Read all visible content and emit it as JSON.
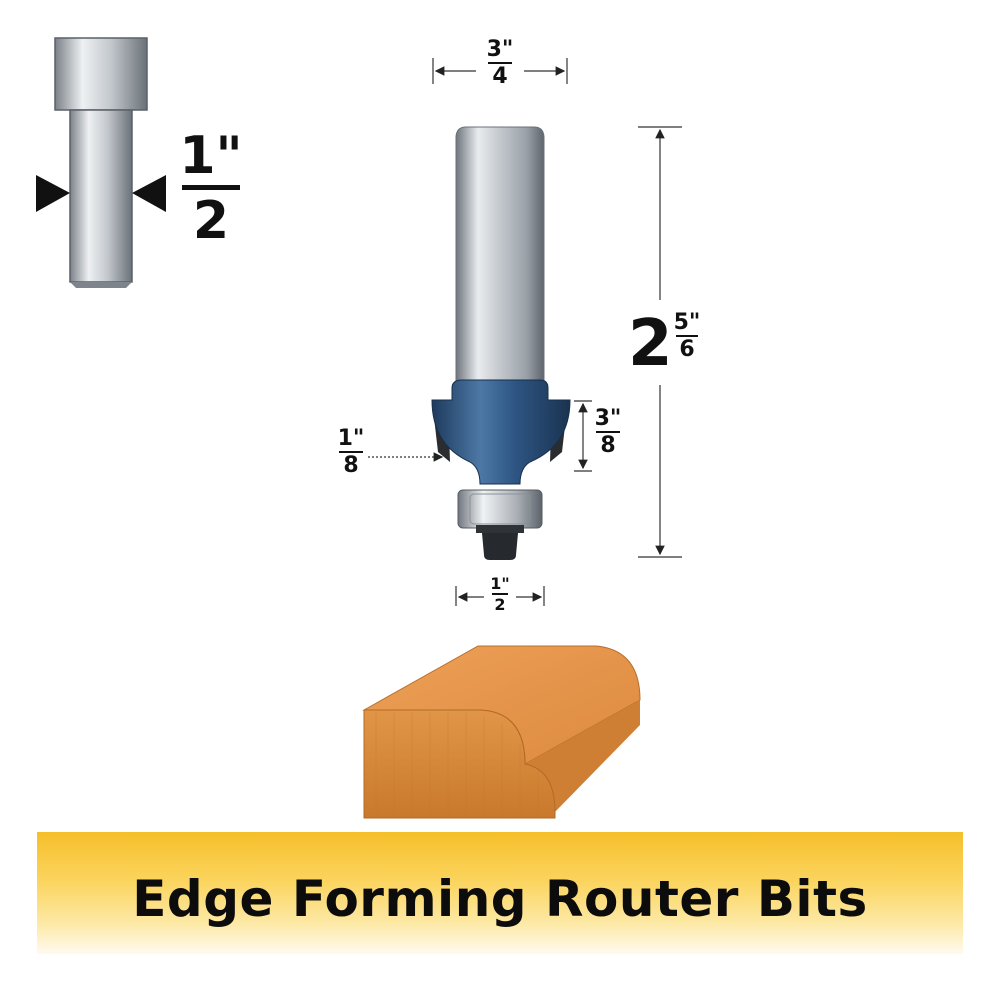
{
  "shank_diameter": {
    "whole": "",
    "num": "1\"",
    "den": "2"
  },
  "dimensions": {
    "cutting_diameter": {
      "num": "3\"",
      "den": "4"
    },
    "overall_length": {
      "whole": "2",
      "num": "5\"",
      "den": "6"
    },
    "radius": {
      "num": "1\"",
      "den": "8"
    },
    "cutting_length": {
      "num": "3\"",
      "den": "8"
    },
    "bearing_diameter": {
      "num": "1\"",
      "den": "2"
    }
  },
  "banner": {
    "title": "Edge Forming Router Bits"
  },
  "colors": {
    "steel": "#b8bec4",
    "cutter_blue": "#2f5680",
    "carbide": "#2a2c30",
    "wood": "#d98a3a",
    "banner_yellow": "#f6bf2a"
  }
}
